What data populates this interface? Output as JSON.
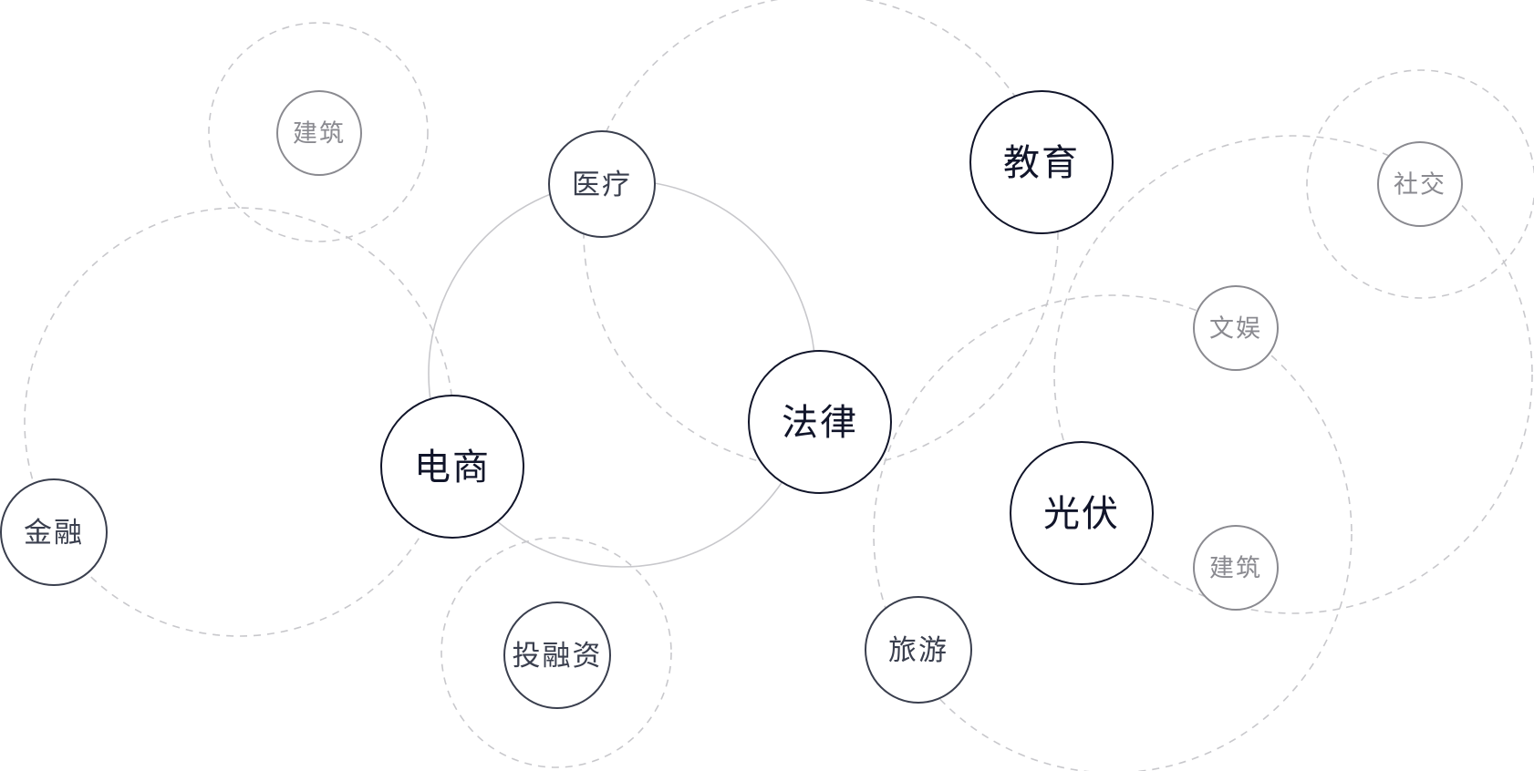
{
  "diagram": {
    "nodes": [
      {
        "id": "ecommerce",
        "label": "电商",
        "tier": 1
      },
      {
        "id": "law",
        "label": "法律",
        "tier": 1
      },
      {
        "id": "education",
        "label": "教育",
        "tier": 1
      },
      {
        "id": "photovoltaic",
        "label": "光伏",
        "tier": 1
      },
      {
        "id": "medical",
        "label": "医疗",
        "tier": 2
      },
      {
        "id": "finance",
        "label": "金融",
        "tier": 2
      },
      {
        "id": "investment",
        "label": "投融资",
        "tier": 2
      },
      {
        "id": "tourism",
        "label": "旅游",
        "tier": 2
      },
      {
        "id": "construction-top",
        "label": "建筑",
        "tier": 3
      },
      {
        "id": "construction-right",
        "label": "建筑",
        "tier": 3
      },
      {
        "id": "entertainment",
        "label": "文娱",
        "tier": 3
      },
      {
        "id": "social",
        "label": "社交",
        "tier": 3
      }
    ],
    "colors": {
      "ring": "#c8c8cc",
      "tier_1": "#11152a",
      "tier_2": "#3a3f4e",
      "tier_3": "#8a8a90",
      "background": "#ffffff"
    }
  }
}
